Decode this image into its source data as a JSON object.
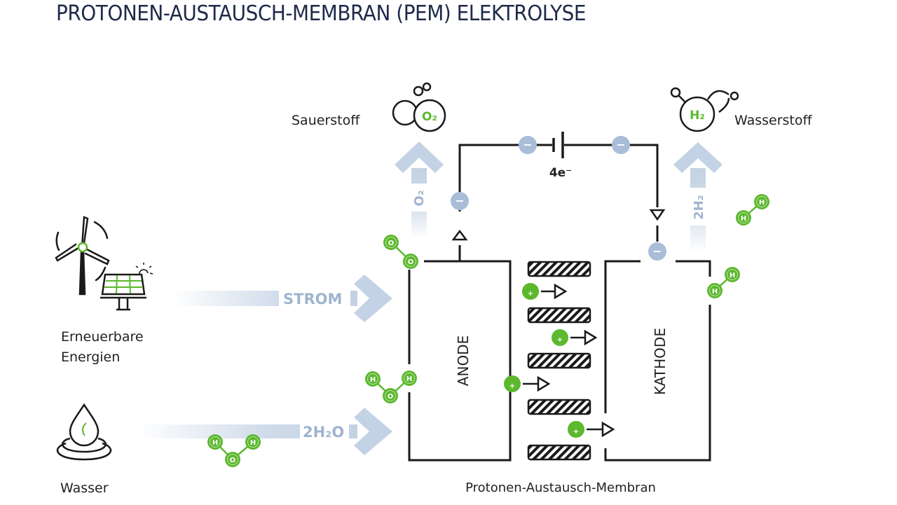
{
  "title": "PROTONEN-AUSTAUSCH-MEMBRAN (PEM) ELEKTROLYSE",
  "colors": {
    "title": "#1f2a4a",
    "accent_green": "#5cb82e",
    "flow_arrow": "#c3d2e4",
    "electron": "#a9bdd8",
    "line": "#1a1a1a"
  },
  "labels": {
    "oxygen": "Sauerstoff",
    "hydrogen": "Wasserstoff",
    "renewables_line1": "Erneuerbare",
    "renewables_line2": "Energien",
    "water": "Wasser",
    "membrane": "Protonen-Austausch-Membran",
    "anode": "ANODE",
    "cathode": "KATHODE",
    "electrons": "4e⁻"
  },
  "molecules": {
    "oxygen_formula": "O₂",
    "hydrogen_formula": "H₂"
  },
  "flows": {
    "power": "STROM",
    "water_in": "2H₂O",
    "oxygen_out": "O₂",
    "hydrogen_out": "2H₂"
  },
  "atoms": {
    "hydrogen": "H",
    "oxygen": "O",
    "proton": "+",
    "electron": "−"
  },
  "icons": [
    "wind-turbine-icon",
    "solar-panel-icon",
    "water-drop-icon",
    "oxygen-bubbles-icon",
    "hydrogen-molecule-icon",
    "battery-icon"
  ]
}
